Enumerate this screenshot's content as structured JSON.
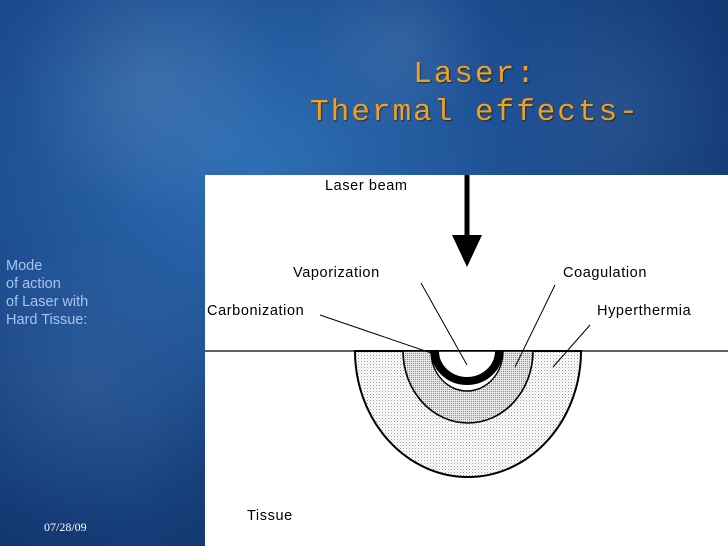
{
  "slide": {
    "title_line1": "Laser:",
    "title_line2": "Thermal effects-",
    "side_label": [
      "Mode",
      "of action",
      "of Laser with",
      "Hard Tissue:"
    ],
    "date": "07/28/09"
  },
  "diagram": {
    "labels": {
      "laser_beam": "Laser beam",
      "vaporization": "Vaporization",
      "coagulation": "Coagulation",
      "carbonization": "Carbonization",
      "hyperthermia": "Hyperthermia",
      "tissue": "Tissue"
    }
  },
  "colors": {
    "title": "#f0a020",
    "side_label": "#a9c3f0",
    "background": "#1d4f92"
  }
}
